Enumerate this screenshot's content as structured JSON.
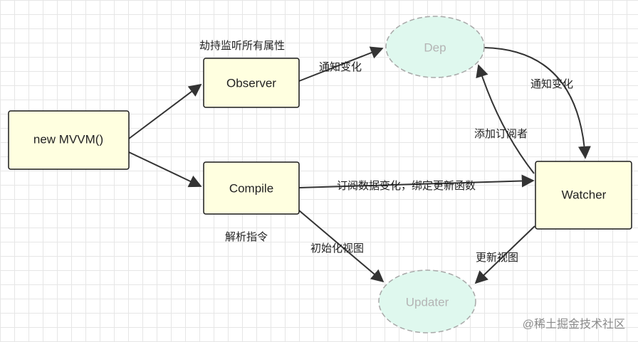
{
  "nodes": {
    "mvvm": "new MVVM()",
    "observer": "Observer",
    "compile": "Compile",
    "dep": "Dep",
    "watcher": "Watcher",
    "updater": "Updater"
  },
  "notes": {
    "observer": "劫持监听所有属性",
    "compile": "解析指令"
  },
  "edges": {
    "observer_to_dep": "通知变化",
    "dep_to_watcher": "通知变化",
    "watcher_to_dep": "添加订阅者",
    "compile_to_watcher": "订阅数据变化，绑定更新函数",
    "compile_to_updater": "初始化视图",
    "watcher_to_updater": "更新视图"
  },
  "watermark": "@稀土掘金技术社区"
}
